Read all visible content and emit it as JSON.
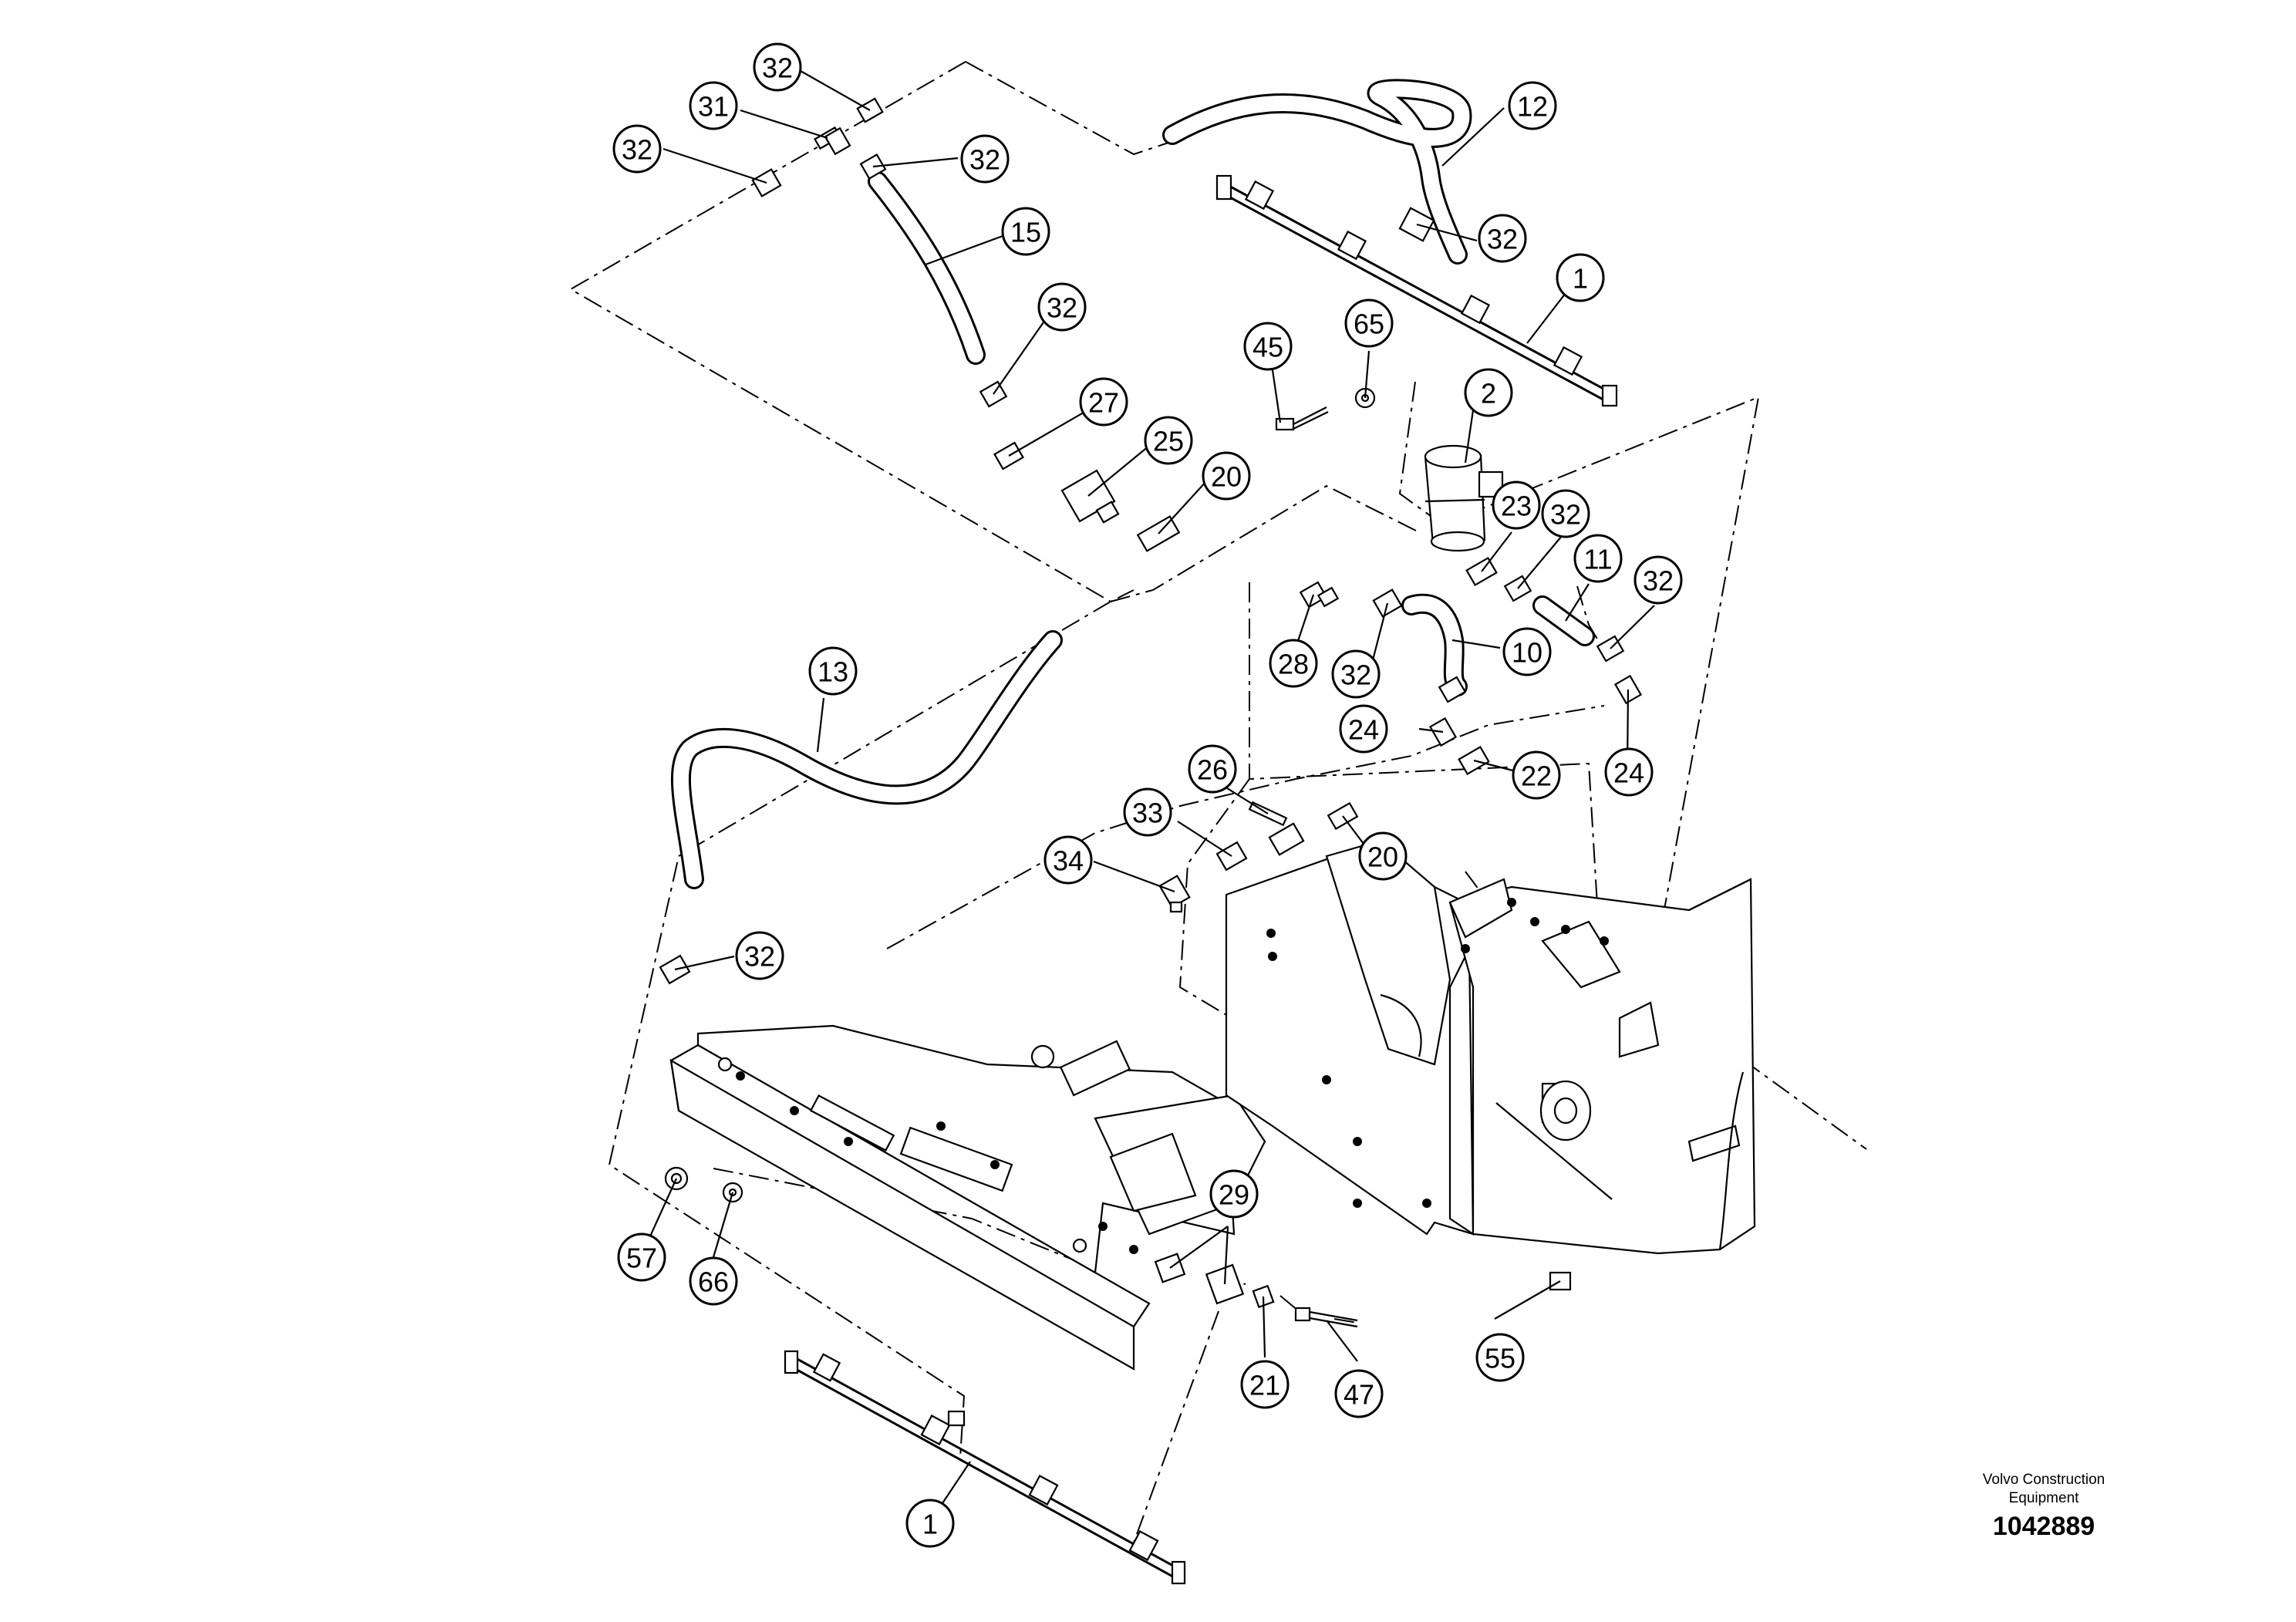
{
  "diagram": {
    "title": "",
    "callouts": [
      {
        "id": "c32-top",
        "label": "32"
      },
      {
        "id": "c31",
        "label": "31"
      },
      {
        "id": "c32-left",
        "label": "32"
      },
      {
        "id": "c32-tee",
        "label": "32"
      },
      {
        "id": "c15",
        "label": "15"
      },
      {
        "id": "c32-hose15",
        "label": "32"
      },
      {
        "id": "c27",
        "label": "27"
      },
      {
        "id": "c25",
        "label": "25"
      },
      {
        "id": "c20-upper",
        "label": "20"
      },
      {
        "id": "c12",
        "label": "12"
      },
      {
        "id": "c32-rail",
        "label": "32"
      },
      {
        "id": "c1-upper",
        "label": "1"
      },
      {
        "id": "c45",
        "label": "45"
      },
      {
        "id": "c65",
        "label": "65"
      },
      {
        "id": "c2",
        "label": "2"
      },
      {
        "id": "c23",
        "label": "23"
      },
      {
        "id": "c32-pump",
        "label": "32"
      },
      {
        "id": "c11",
        "label": "11"
      },
      {
        "id": "c32-right",
        "label": "32"
      },
      {
        "id": "c28",
        "label": "28"
      },
      {
        "id": "c32-mid",
        "label": "32"
      },
      {
        "id": "c10",
        "label": "10"
      },
      {
        "id": "c24-left",
        "label": "24"
      },
      {
        "id": "c22",
        "label": "22"
      },
      {
        "id": "c24-right",
        "label": "24"
      },
      {
        "id": "c13",
        "label": "13"
      },
      {
        "id": "c26",
        "label": "26"
      },
      {
        "id": "c33",
        "label": "33"
      },
      {
        "id": "c20-lower",
        "label": "20"
      },
      {
        "id": "c34",
        "label": "34"
      },
      {
        "id": "c32-lower",
        "label": "32"
      },
      {
        "id": "c29",
        "label": "29"
      },
      {
        "id": "c57",
        "label": "57"
      },
      {
        "id": "c66",
        "label": "66"
      },
      {
        "id": "c21",
        "label": "21"
      },
      {
        "id": "c47",
        "label": "47"
      },
      {
        "id": "c55",
        "label": "55"
      },
      {
        "id": "c1-lower",
        "label": "1"
      }
    ]
  },
  "credit": {
    "line1": "Volvo Construction",
    "line2": "Equipment",
    "drawing_number": "1042889"
  }
}
